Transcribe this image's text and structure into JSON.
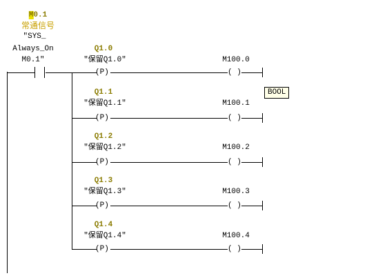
{
  "input_contact": {
    "address": "M0.1",
    "address_first_char": "M",
    "address_rest": "0.1",
    "comment": "常通信号",
    "symbol_lines": [
      "\"SYS_",
      "Always_On",
      "M0.1\""
    ]
  },
  "rungs": [
    {
      "address": "Q1.0",
      "symbol": "\"保留Q1.0\"",
      "edge": "P",
      "coil_label": "M100.0",
      "coil": "( )"
    },
    {
      "address": "Q1.1",
      "symbol": "\"保留Q1.1\"",
      "edge": "P",
      "coil_label": "M100.1",
      "coil": "( )"
    },
    {
      "address": "Q1.2",
      "symbol": "\"保留Q1.2\"",
      "edge": "P",
      "coil_label": "M100.2",
      "coil": "( )"
    },
    {
      "address": "Q1.3",
      "symbol": "\"保留Q1.3\"",
      "edge": "P",
      "coil_label": "M100.3",
      "coil": "( )"
    },
    {
      "address": "Q1.4",
      "symbol": "\"保留Q1.4\"",
      "edge": "P",
      "coil_label": "M100.4",
      "coil": "( )"
    }
  ],
  "tooltip": {
    "text": "BOOL"
  }
}
